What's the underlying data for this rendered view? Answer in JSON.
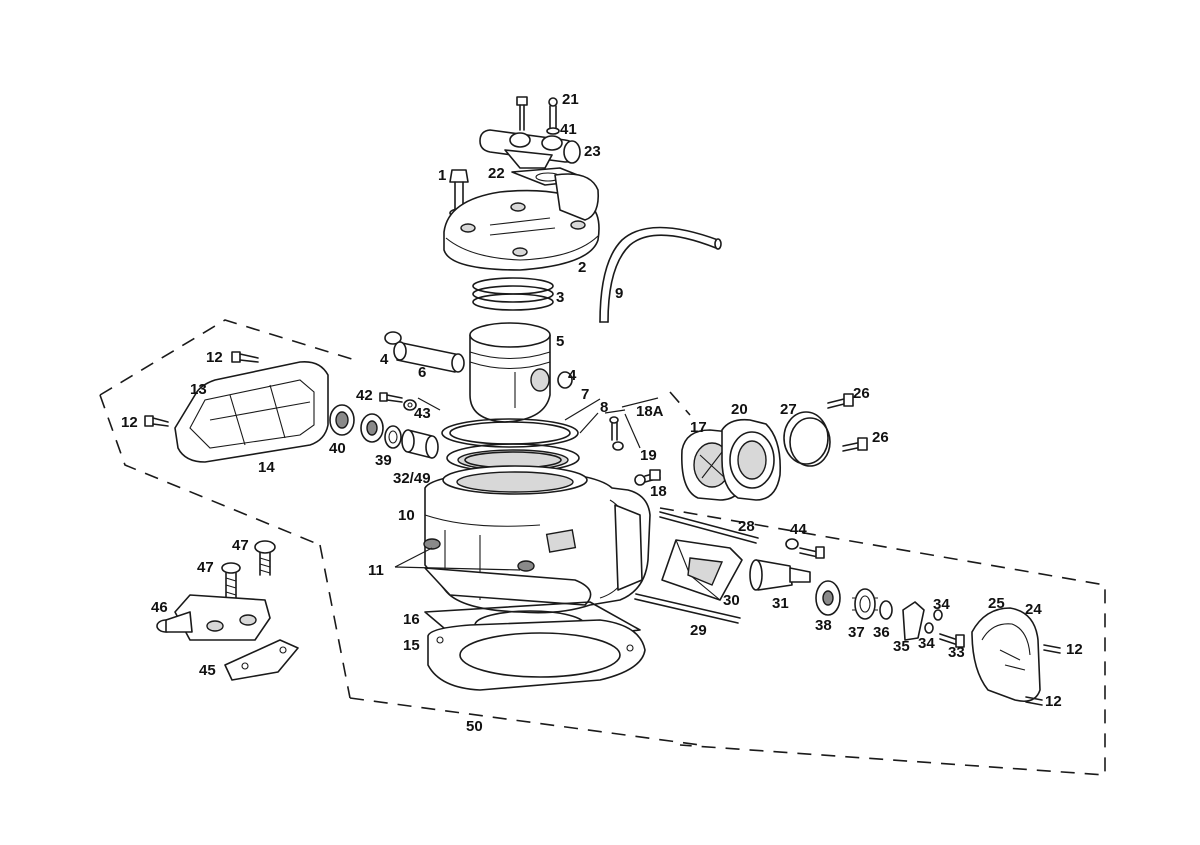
{
  "labels": {
    "l1": "1",
    "l2": "2",
    "l3": "3",
    "l4a": "4",
    "l4b": "4",
    "l5": "5",
    "l6": "6",
    "l7": "7",
    "l8": "8",
    "l9": "9",
    "l10": "10",
    "l11": "11",
    "l12a": "12",
    "l12b": "12",
    "l12c": "12",
    "l12d": "12",
    "l13": "13",
    "l14": "14",
    "l15": "15",
    "l16": "16",
    "l17": "17",
    "l18": "18",
    "l18a": "18A",
    "l19": "19",
    "l20": "20",
    "l21": "21",
    "l22": "22",
    "l23": "23",
    "l24": "24",
    "l25": "25",
    "l26a": "26",
    "l26b": "26",
    "l27": "27",
    "l28": "28",
    "l29": "29",
    "l30": "30",
    "l31": "31",
    "l3249": "32/49",
    "l33": "33",
    "l34a": "34",
    "l34b": "34",
    "l35": "35",
    "l36": "36",
    "l37": "37",
    "l38": "38",
    "l39": "39",
    "l40": "40",
    "l41": "41",
    "l42": "42",
    "l43": "43",
    "l44": "44",
    "l45": "45",
    "l46": "46",
    "l47a": "47",
    "l47b": "47",
    "l50": "50"
  }
}
